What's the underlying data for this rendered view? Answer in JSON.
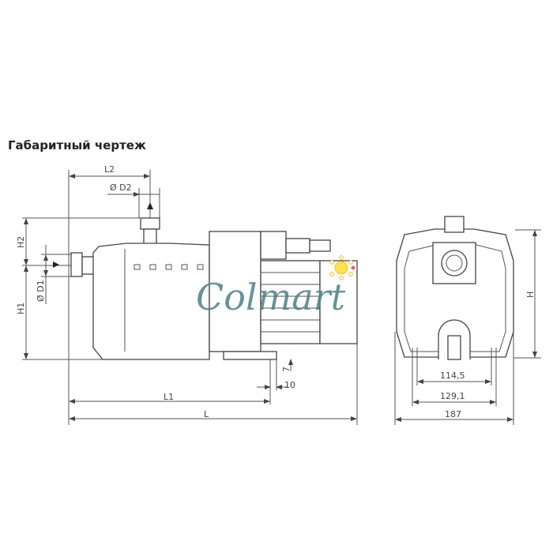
{
  "title": "Габаритный чертеж",
  "watermark": "Colmart",
  "side_view": {
    "L2": "L2",
    "D2": "Ø D2",
    "H2": "H2",
    "H1": "H1",
    "D1": "Ø D1",
    "dim_7": "7",
    "dim_10": "10",
    "L1": "L1",
    "L": "L"
  },
  "front_view": {
    "H": "H",
    "dim_114": "114,5",
    "dim_129": "129,1",
    "dim_187": "187"
  },
  "colors": {
    "watermark": "#4d7f86",
    "sun": "#ffe24d",
    "dot": "#f06060"
  }
}
